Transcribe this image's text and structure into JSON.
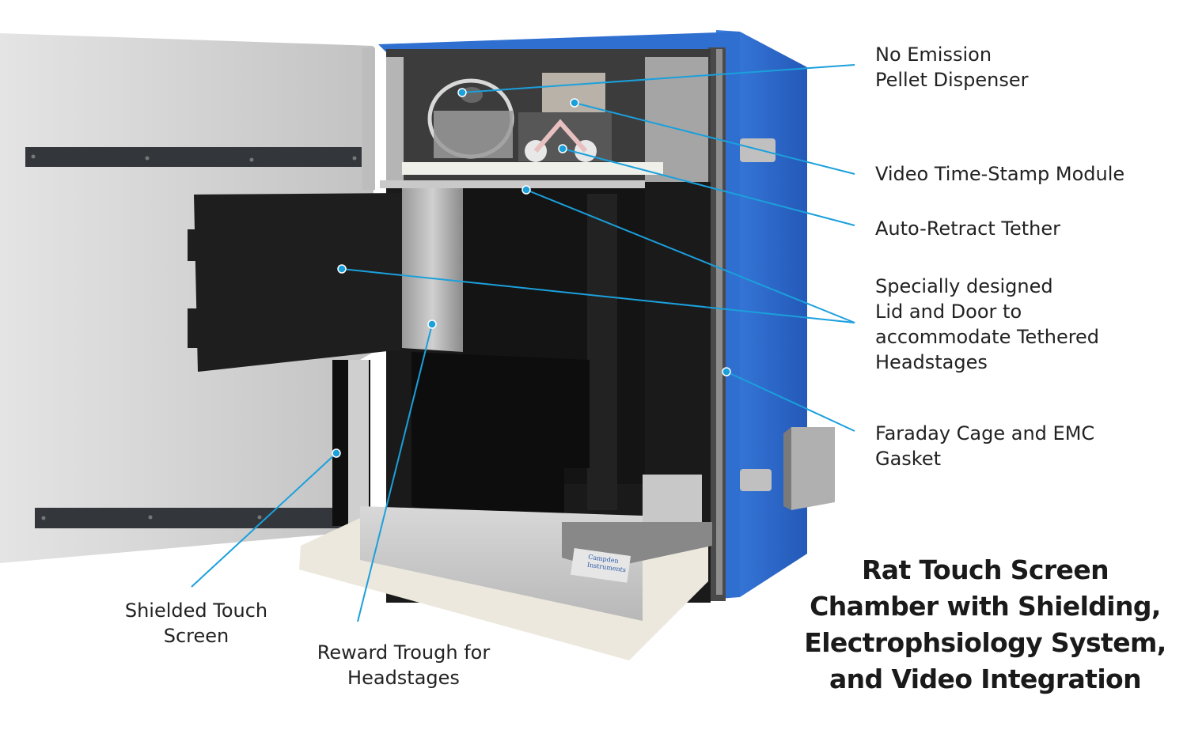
{
  "callouts": {
    "no_emission_pellet_dispenser": [
      "No Emission",
      "Pellet Dispenser"
    ],
    "video_time_stamp_module": [
      "Video Time-Stamp Module"
    ],
    "auto_retract_tether": [
      "Auto-Retract Tether"
    ],
    "lid_and_door": [
      "Specially designed",
      "Lid and Door to",
      "accommodate Tethered",
      "Headstages"
    ],
    "faraday_cage": [
      "Faraday Cage and EMC",
      "Gasket"
    ],
    "shielded_touch_screen": [
      "Shielded Touch",
      "Screen"
    ],
    "reward_trough": [
      "Reward Trough for",
      "Headstages"
    ]
  },
  "title": [
    "Rat Touch Screen",
    "Chamber with Shielding,",
    "Electrophsiology System,",
    "and Video Integration"
  ],
  "tray_badge": [
    "Campden",
    "Instruments"
  ],
  "colors": {
    "leader_line": "#1ba0dc",
    "cabinet_blue": "#2f6fd0",
    "text": "#222222",
    "title_text": "#1a1a1a"
  }
}
